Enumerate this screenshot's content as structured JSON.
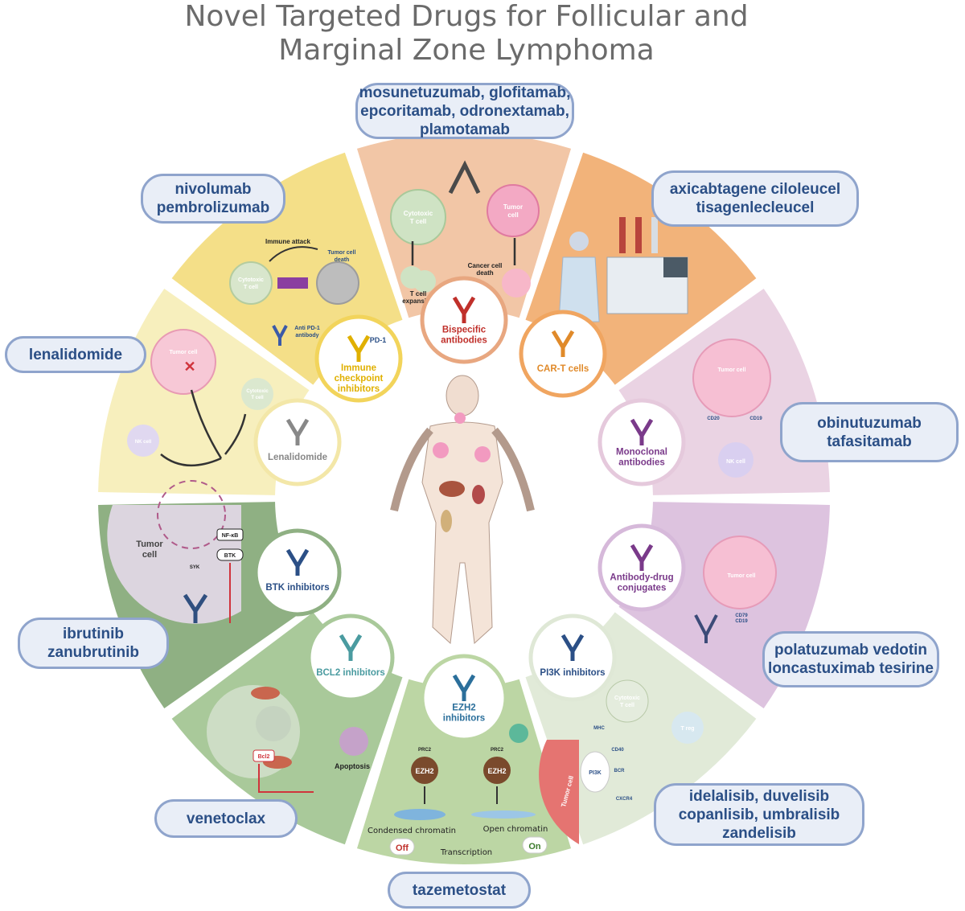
{
  "title": {
    "line1": "Novel Targeted Drugs for Follicular and",
    "line2": "Marginal Zone Lymphoma"
  },
  "colors": {
    "bispecific": "#f2c6a6",
    "car_t": "#f2b37a",
    "monoclonal": "#ead3e3",
    "adc": "#ddc3df",
    "pi3k": "#e1ead8",
    "ezh2": "#bcd6a4",
    "bcl2": "#a9c99a",
    "btk": "#8fb083",
    "lenalidomide": "#f7efbd",
    "checkpoint": "#f4df88",
    "drug_box_fill": "#e9eef7",
    "drug_box_border": "#8fa4cc",
    "drug_text": "#2b4f86"
  },
  "drug_boxes": {
    "bispecific": [
      "mosunetuzumab, glofitamab,",
      "epcoritamab, odronextamab,",
      "plamotamab"
    ],
    "car_t": [
      "axicabtagene ciloleucel",
      "tisagenlecleucel"
    ],
    "checkpoint": [
      "nivolumab",
      "pembrolizumab"
    ],
    "lenalidomide": [
      "lenalidomide"
    ],
    "monoclonal": [
      "obinutuzumab",
      "tafasitamab"
    ],
    "btk": [
      "ibrutinib",
      "zanubrutinib"
    ],
    "adc": [
      "polatuzumab vedotin",
      "loncastuximab tesirine"
    ],
    "bcl2": [
      "venetoclax"
    ],
    "pi3k": [
      "idelalisib, duvelisib",
      "copanlisib, umbralisib",
      "zandelisib"
    ],
    "ezh2": [
      "tazemetostat"
    ]
  },
  "circle_labels": {
    "bispecific": [
      "Bispecific",
      "antibodies"
    ],
    "car_t": [
      "CAR-T cells"
    ],
    "checkpoint": [
      "Immune",
      "checkpoint",
      "inhibitors"
    ],
    "checkpoint_pd1": "PD-1",
    "lenalidomide": [
      "Lenalidomide"
    ],
    "monoclonal": [
      "Monoclonal",
      "antibodies"
    ],
    "adc": [
      "Antibody-drug",
      "conjugates"
    ],
    "btk": [
      "BTK inhibitors"
    ],
    "bcl2": [
      "BCL2 inhibitors"
    ],
    "ezh2": [
      "EZH2",
      "inhibitors"
    ],
    "pi3k": [
      "PI3K inhibitors"
    ]
  },
  "sector_text": {
    "bispecific": {
      "cytotoxic": [
        "Cytotoxic",
        "T cell"
      ],
      "tumor": [
        "Tumor",
        "cell"
      ],
      "expansion": [
        "T cell",
        "expansion"
      ],
      "death": [
        "Cancer cell",
        "death"
      ]
    },
    "checkpoint": {
      "attack": "Immune attack",
      "tumor_death": [
        "Tumor cell",
        "death"
      ],
      "cytotoxic": [
        "Cytotoxic",
        "T cell"
      ],
      "antibody": [
        "Anti PD-1",
        "antibody"
      ]
    },
    "lenalidomide": {
      "tumor": "Tumor cell",
      "cytotoxic": [
        "Cytotoxic",
        "T cell"
      ],
      "nk": "NK cell"
    },
    "monoclonal": {
      "tumor": "Tumor cell",
      "cd20": "CD20",
      "cd19": "CD19",
      "nk": "NK cell"
    },
    "adc": {
      "tumor": "Tumor cell",
      "cd79": "CD79",
      "cd19": "CD19"
    },
    "btk": {
      "tumor": [
        "Tumor",
        "cell"
      ],
      "nfkb": "NF-κB",
      "btk": "BTK",
      "syk": "SYK"
    },
    "bcl2": {
      "bcl2": "Bcl2",
      "apoptosis": "Apoptosis"
    },
    "ezh2": {
      "prc2_left": "PRC2",
      "prc2_right": "PRC2",
      "ezh2_left": "EZH2",
      "ezh2_right": "EZH2",
      "condensed": "Condensed chromatin",
      "open": "Open chromatin",
      "off": "Off",
      "on": "On",
      "transcription": "Transcription"
    },
    "pi3k": {
      "cytotoxic": [
        "Cytotoxic",
        "T cell"
      ],
      "treg": "T reg",
      "tumor": "Tumor cell",
      "mhc": "MHC",
      "cd40": "CD40",
      "pi3k": "PI3K",
      "bcr": "BCR",
      "cxcr4": "CXCR4"
    }
  }
}
